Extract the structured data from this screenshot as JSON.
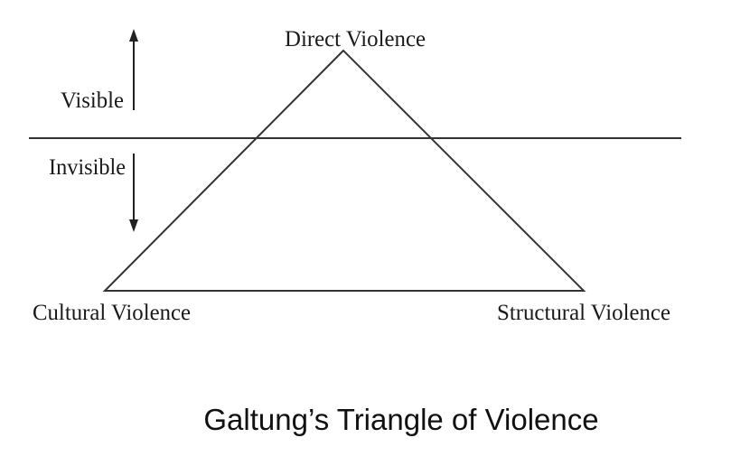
{
  "diagram": {
    "apex_label": "Direct Violence",
    "left_label": "Cultural Violence",
    "right_label": "Structural Violence",
    "visible_label": "Visible",
    "invisible_label": "Invisible",
    "line_color": "#333333",
    "arrow_up_icon": "arrow-up-icon",
    "arrow_down_icon": "arrow-down-icon"
  },
  "caption": "Galtung’s Triangle of Violence"
}
